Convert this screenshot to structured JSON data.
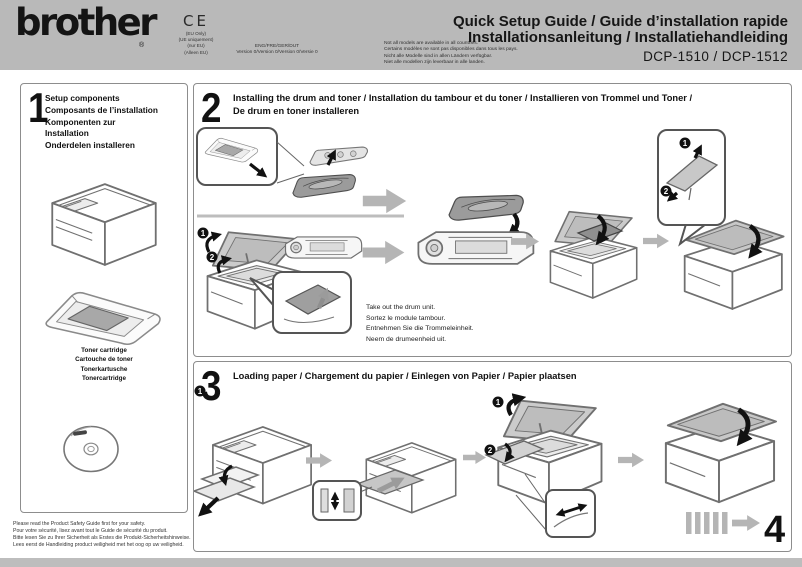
{
  "header": {
    "logo_text": "brother",
    "registered_mark": "®",
    "ce_mark": "CE",
    "ce_notes": [
      "(EU Only)",
      "(UE uniquement)",
      "(nur EU)",
      "(Alleen EU)"
    ],
    "language_codes": "ENG/FRE/GER/DUT",
    "version_text": "Version 0/Version 0/Version 0/Versie 0",
    "availability_notes": [
      "Not all models are available in all countries.",
      "Certains modèles ne sont pas disponibles dans tous les pays.",
      "Nicht alle Modelle sind in allen Ländern verfügbar.",
      "Niet alle modellen zijn leverbaar in alle landen."
    ],
    "title_line1": "Quick Setup Guide / Guide d’installation rapide",
    "title_line2": "Installationsanleitung / Installatiehandleiding",
    "model_line": "DCP-1510 / DCP-1512"
  },
  "step1": {
    "number": "1",
    "title_lines": [
      "Setup components",
      "Composants de l’installation",
      "Komponenten zur",
      "Installation",
      "Onderdelen installeren"
    ],
    "toner_labels": [
      "Toner cartridge",
      "Cartouche de toner",
      "Tonerkartusche",
      "Tonercartridge"
    ]
  },
  "step2": {
    "number": "2",
    "title_line1": "Installing the drum and toner / Installation du tambour et du toner / Installieren von Trommel und Toner /",
    "title_line2": "De drum en toner installeren",
    "drum_instructions": [
      "Take out the drum unit.",
      "Sortez le module tambour.",
      "Entnehmen Sie die Trommeleinheit.",
      "Neem de drumeenheid uit."
    ]
  },
  "step3": {
    "number": "3",
    "title": "Loading paper / Chargement du papier / Einlegen von Papier / Papier plaatsen",
    "next_step_number": "4"
  },
  "callouts": {
    "n1": "1",
    "n2": "2"
  },
  "footer": {
    "safety_notes": [
      "Please read the Product Safety Guide first for your safety.",
      "Pour votre sécurité, lisez avant tout le Guide de sécurité du produit.",
      "Bitte lesen Sie zu Ihrer Sicherheit als Erstes die Produkt-Sicherheitshinweise.",
      "Lees eerst de Handleiding product veiligheid met het oog op uw veiligheid."
    ]
  },
  "colors": {
    "header_bg": "#b9b9b9",
    "bottom_bar": "#bdbdbd",
    "box_border": "#8d8d8d",
    "arrow_gray": "#b5b5b5",
    "lid_gray": "#c8c8c8",
    "text_dark": "#1a1a1a"
  }
}
